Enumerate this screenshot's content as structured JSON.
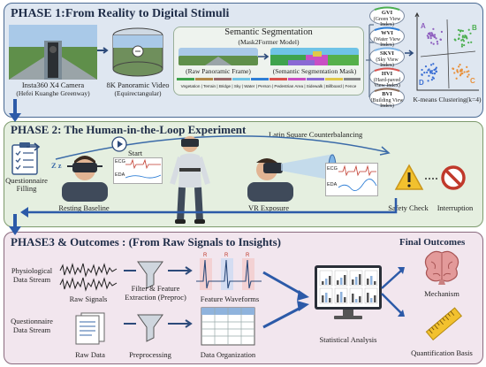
{
  "phase1": {
    "title": "PHASE 1:From Reality to Digital Stimuli",
    "camera_label": "Insta360 X4 Camera",
    "camera_sub": "(Hefei Kuanghe Greenway)",
    "video_label": "8K Panoramic Video",
    "video_sub": "(Equirectangular)",
    "seg_title": "Semantic Segmentation",
    "seg_model": "(Mask2Former Model)",
    "raw_frame": "(Raw Panoramic Frame)",
    "mask_frame": "(Semantic Segmentation Mask)",
    "seg_legend": "Vegetation | Terrain | Bridge | Sky | Water | Person | Pedestrian Area | Sidewalk | Billboard | Fence",
    "indices": [
      {
        "abbr": "GVI",
        "name": "(Green View Index)",
        "color": "#4caf50"
      },
      {
        "abbr": "WVI",
        "name": "(Water View Index)",
        "color": "#2f7fd6"
      },
      {
        "abbr": "SKVI",
        "name": "(Sky View Index)",
        "color": "#7fb5e6"
      },
      {
        "abbr": "HVI",
        "name": "(Hard-paved View Index)",
        "color": "#d9534f"
      },
      {
        "abbr": "BVI",
        "name": "(Building View Index)",
        "color": "#8a6d5a"
      }
    ],
    "kmeans_label": "K-means Clustering(k=4)",
    "clusters": [
      "A",
      "B",
      "C",
      "D"
    ],
    "cluster_colors": [
      "#8e5fbf",
      "#4caf50",
      "#e8903a",
      "#3b6fd4"
    ]
  },
  "phase2": {
    "title": "PHASE 2: The Human-in-the-Loop Experiment",
    "latin_square": "Latin Square Counterbalancing",
    "start": "Start",
    "questionnaire": "Questionnaire",
    "filling": "Filling",
    "resting": "Resting Baseline",
    "vr": "VR Exposure",
    "ecg": "ECG",
    "eda": "EDA",
    "safety": "Safety Check",
    "interruption": "Interruption",
    "zz": "Z z"
  },
  "phase3": {
    "title": "PHASE3 & Outcomes : (From Raw Signals to Insights)",
    "final": "Final Outcomes",
    "physio_l1": "Physiological",
    "physio_l2": "Data Stream",
    "quest_l1": "Questionnaire",
    "quest_l2": "Data Stream",
    "raw_signals": "Raw Signals",
    "filter_l1": "Filter & Feature",
    "filter_l2": "Extraction (Preproc)",
    "feature_waveforms": "Feature Waveforms",
    "raw_data": "Raw Data",
    "preprocessing": "Preprocessing",
    "data_org": "Data Organization",
    "stats": "Statistical Analysis",
    "mechanism": "Mechanism",
    "quantification": "Quantification Basis",
    "r_peak": "R"
  }
}
